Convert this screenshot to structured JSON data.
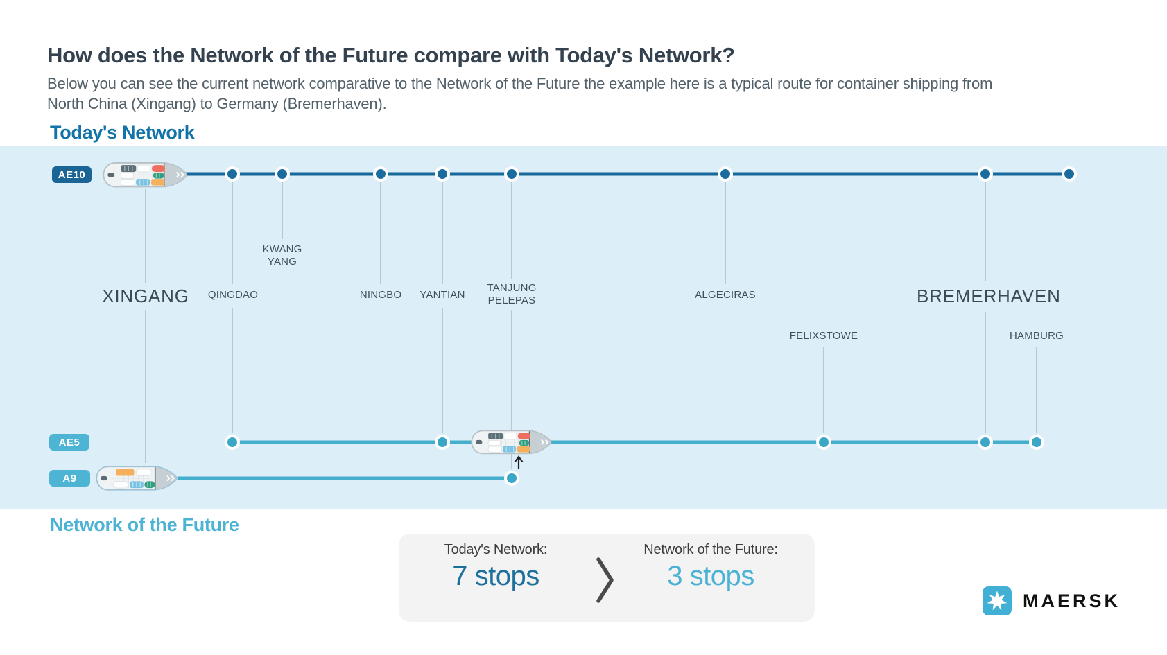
{
  "header": {
    "title": "How does the Network of the Future compare with Today's Network?",
    "subtitle_line1": "Below you can see the current network comparative to the Network of the Future the example here is a typical route for container shipping from",
    "subtitle_line2": "North China (Xingang) to Germany (Bremerhaven)."
  },
  "sections": {
    "today_label": "Today's Network",
    "future_label": "Network of the Future"
  },
  "routes": [
    {
      "badge": "AE10",
      "stops": [
        "Xingang",
        "Qingdao",
        "Kwang Yang",
        "Ningbo",
        "Yantian",
        "Tanjung Pelepas",
        "Algeciras",
        "Bremerhaven"
      ]
    },
    {
      "badge": "AE5",
      "stops": [
        "Qingdao",
        "Yantian",
        "Tanjung Pelepas",
        "Felixstowe",
        "Bremerhaven",
        "Hamburg"
      ]
    },
    {
      "badge": "A9",
      "stops": [
        "Xingang",
        "Tanjung Pelepas"
      ]
    }
  ],
  "ports": {
    "xingang": "XINGANG",
    "qingdao": "QINGDAO",
    "kwang_yang": "KWANG YANG",
    "ningbo": "NINGBO",
    "yantian": "YANTIAN",
    "tanjung_pelepas": "TANJUNG PELEPAS",
    "algeciras": "ALGECIRAS",
    "bremerhaven": "BREMERHAVEN",
    "felixstowe": "FELIXSTOWE",
    "hamburg": "HAMBURG"
  },
  "comparison": {
    "today_label": "Today's Network:",
    "today_value": "7 stops",
    "future_label": "Network of the Future:",
    "future_value": "3 stops"
  },
  "logo": {
    "text": "MAERSK"
  },
  "colors": {
    "today_route": "#17689b",
    "future_route": "#46aecd",
    "band_background": "#dceef7",
    "badge_dark_blue": "#1a6496",
    "badge_teal": "#4db4d3",
    "today_heading": "#1173a8",
    "future_heading": "#4db3d4",
    "logo_blue": "#42b0d4"
  }
}
